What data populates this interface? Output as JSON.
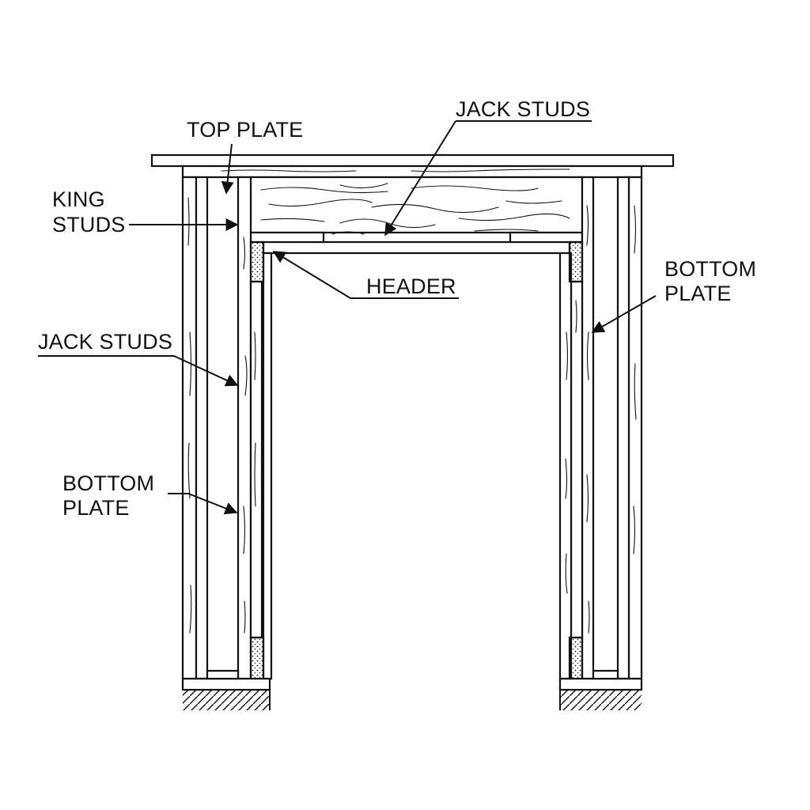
{
  "labels": {
    "top_plate": "TOP PLATE",
    "jack_studs_top": "JACK STUDS",
    "king_studs_line1": "KING",
    "king_studs_line2": "STUDS",
    "header": "HEADER",
    "bottom_plate_right_line1": "BOTTOM",
    "bottom_plate_right_line2": "PLATE",
    "jack_studs_left": "JACK STUDS",
    "bottom_plate_left_line1": "BOTTOM",
    "bottom_plate_left_line2": "PLATE"
  },
  "colors": {
    "line": "#111111",
    "fill": "#ffffff"
  }
}
